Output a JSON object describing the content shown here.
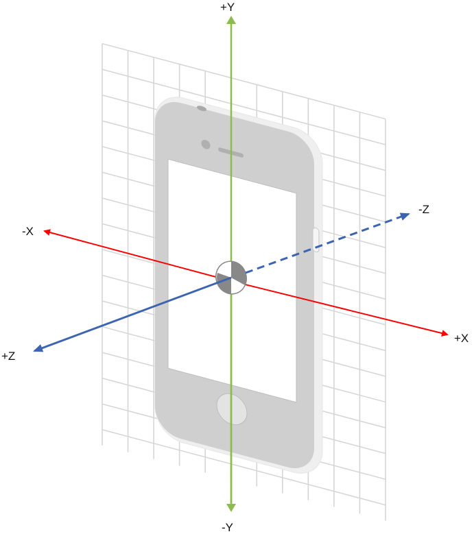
{
  "axes": {
    "plus_y": "+Y",
    "minus_y": "-Y",
    "plus_x": "+X",
    "minus_x": "-X",
    "plus_z": "+Z",
    "minus_z": "-Z"
  },
  "colors": {
    "x_axis": "#ff0000",
    "y_axis": "#8dbb4f",
    "z_axis": "#3c64b0",
    "grid": "#d6d6d6",
    "device_body": "#cfcfcf",
    "device_edge": "#efefef"
  },
  "icons": [
    "phone-device",
    "origin-marker"
  ]
}
